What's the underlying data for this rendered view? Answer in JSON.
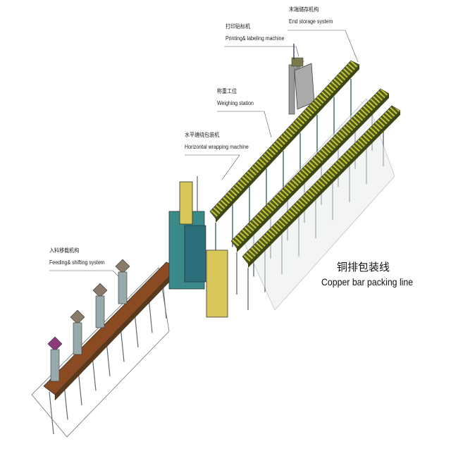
{
  "title": {
    "cn": "铜排包装线",
    "en": "Copper bar packing line"
  },
  "labels": {
    "end_storage": {
      "cn": "末端储存机构",
      "en": "End storage system"
    },
    "printing": {
      "cn": "打印贴标机",
      "en": "Printing& labeling machine"
    },
    "weighing": {
      "cn": "称重工位",
      "en": "Weighing station"
    },
    "wrapping": {
      "cn": "水平缠绕包装机",
      "en": "Horizontal wrapping machine"
    },
    "feeding": {
      "cn": "入料移载机构",
      "en": "Feeding& shifting system"
    }
  },
  "colors": {
    "conveyor_green": "#5a6b1e",
    "stripe_yellow": "#c9c23a",
    "feed_brown": "#8a4a22",
    "frame": "#5c6a6a",
    "teal": "#3a8a8a",
    "yellow_machine": "#d8c85a"
  }
}
